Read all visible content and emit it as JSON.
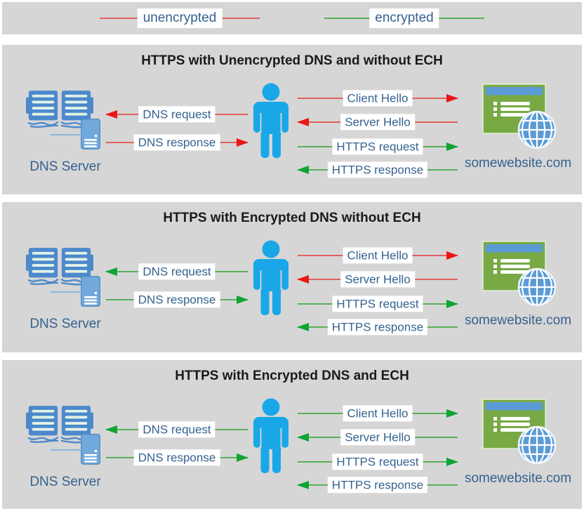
{
  "legend": {
    "items": [
      {
        "label": "unencrypted",
        "type": "unencrypted"
      },
      {
        "label": "encrypted",
        "type": "encrypted"
      }
    ]
  },
  "colors": {
    "unencrypted_line": "#e06060",
    "unencrypted_head": "#ec1616",
    "encrypted_line": "#57b057",
    "encrypted_head": "#0fa434",
    "panel_bg": "#d6d6d6",
    "label_text": "#35628f",
    "title_text": "#1a1a1a",
    "person_blue": "#19a7e8",
    "book_blue": "#4c89cc",
    "tower_blue": "#72a9dc",
    "site_green": "#78a944",
    "globe_blue": "#5b9bd5"
  },
  "icons": {
    "dns_server": "open-book-and-server-tower",
    "user": "person-silhouette",
    "website": "browser-window-with-globe"
  },
  "panels": [
    {
      "title": "HTTPS with Unencrypted DNS and without ECH",
      "dns_server_label": "DNS Server",
      "website_label": "somewebsite.com",
      "dns_arrows": [
        {
          "label": "DNS request",
          "direction": "left",
          "type": "unencrypted"
        },
        {
          "label": "DNS response",
          "direction": "right",
          "type": "unencrypted"
        }
      ],
      "https_arrows": [
        {
          "label": "Client Hello",
          "direction": "right",
          "type": "unencrypted"
        },
        {
          "label": "Server Hello",
          "direction": "left",
          "type": "unencrypted"
        },
        {
          "label": "HTTPS request",
          "direction": "right",
          "type": "encrypted"
        },
        {
          "label": "HTTPS response",
          "direction": "left",
          "type": "encrypted"
        }
      ]
    },
    {
      "title": "HTTPS with Encrypted DNS without ECH",
      "dns_server_label": "DNS Server",
      "website_label": "somewebsite.com",
      "dns_arrows": [
        {
          "label": "DNS request",
          "direction": "left",
          "type": "encrypted"
        },
        {
          "label": "DNS response",
          "direction": "right",
          "type": "encrypted"
        }
      ],
      "https_arrows": [
        {
          "label": "Client Hello",
          "direction": "right",
          "type": "unencrypted"
        },
        {
          "label": "Server Hello",
          "direction": "left",
          "type": "unencrypted"
        },
        {
          "label": "HTTPS request",
          "direction": "right",
          "type": "encrypted"
        },
        {
          "label": "HTTPS response",
          "direction": "left",
          "type": "encrypted"
        }
      ]
    },
    {
      "title": "HTTPS with Encrypted DNS and ECH",
      "dns_server_label": "DNS Server",
      "website_label": "somewebsite.com",
      "dns_arrows": [
        {
          "label": "DNS request",
          "direction": "left",
          "type": "encrypted"
        },
        {
          "label": "DNS response",
          "direction": "right",
          "type": "encrypted"
        }
      ],
      "https_arrows": [
        {
          "label": "Client Hello",
          "direction": "right",
          "type": "encrypted"
        },
        {
          "label": "Server Hello",
          "direction": "left",
          "type": "encrypted"
        },
        {
          "label": "HTTPS request",
          "direction": "right",
          "type": "encrypted"
        },
        {
          "label": "HTTPS response",
          "direction": "left",
          "type": "encrypted"
        }
      ]
    }
  ]
}
